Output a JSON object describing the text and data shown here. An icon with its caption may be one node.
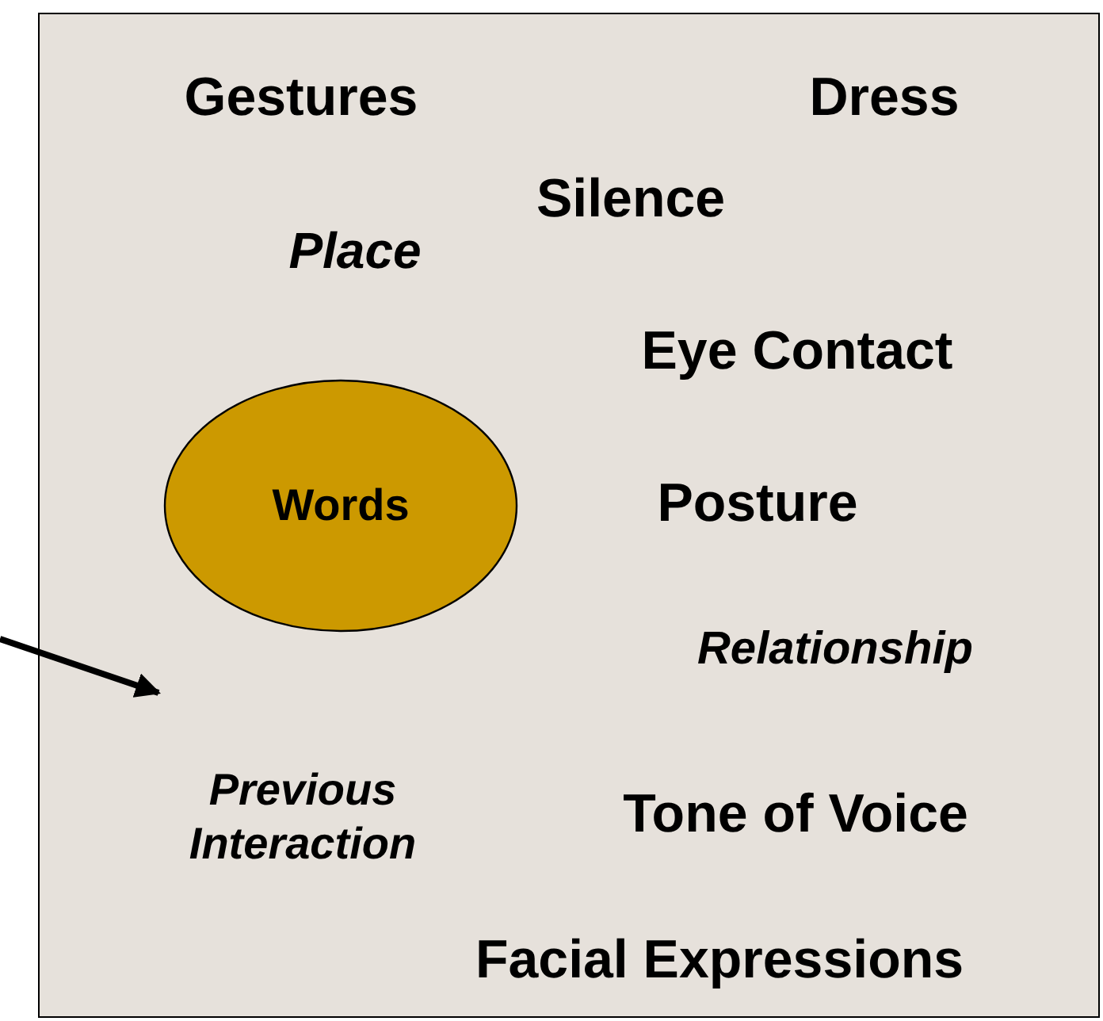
{
  "diagram": {
    "nodes": [
      {
        "text": [],
        "shape": "box"
      },
      {
        "text": [
          "Words"
        ],
        "in": 0
      }
    ],
    "labels": [
      "Gestures",
      "Dress",
      "Silence",
      "Place",
      "Eye Contact",
      "Posture",
      "Relationship",
      "Previous Interaction",
      "Tone of Voice",
      "Facial Expressions"
    ]
  }
}
